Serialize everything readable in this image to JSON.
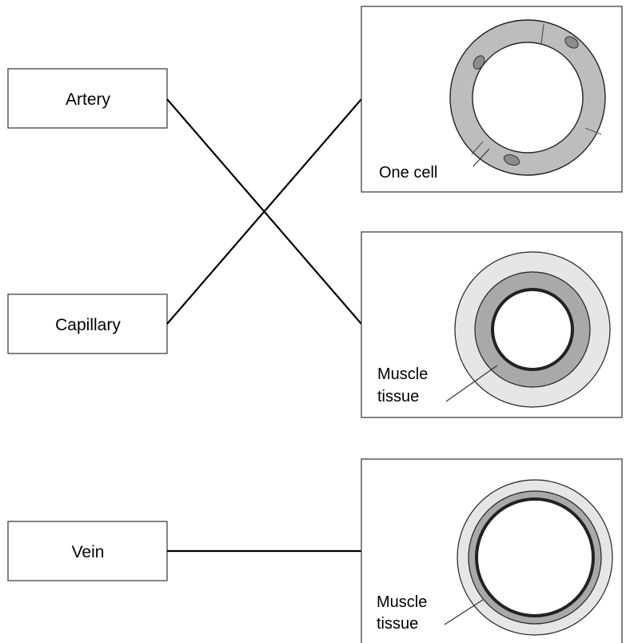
{
  "vessels": {
    "artery": {
      "label": "Artery"
    },
    "capillary": {
      "label": "Capillary"
    },
    "vein": {
      "label": "Vein"
    }
  },
  "diagrams": {
    "top": {
      "caption": "One cell"
    },
    "middle": {
      "caption_line1": "Muscle",
      "caption_line2": "tissue"
    },
    "bottom": {
      "caption_line1": "Muscle",
      "caption_line2": "tissue"
    }
  },
  "colors": {
    "outer_ring": "#e6e6e6",
    "muscle_layer": "#a9a9a9",
    "cell_wall": "#bdbdbd",
    "nucleus": "#8c8c8c",
    "lines": "#000000"
  }
}
